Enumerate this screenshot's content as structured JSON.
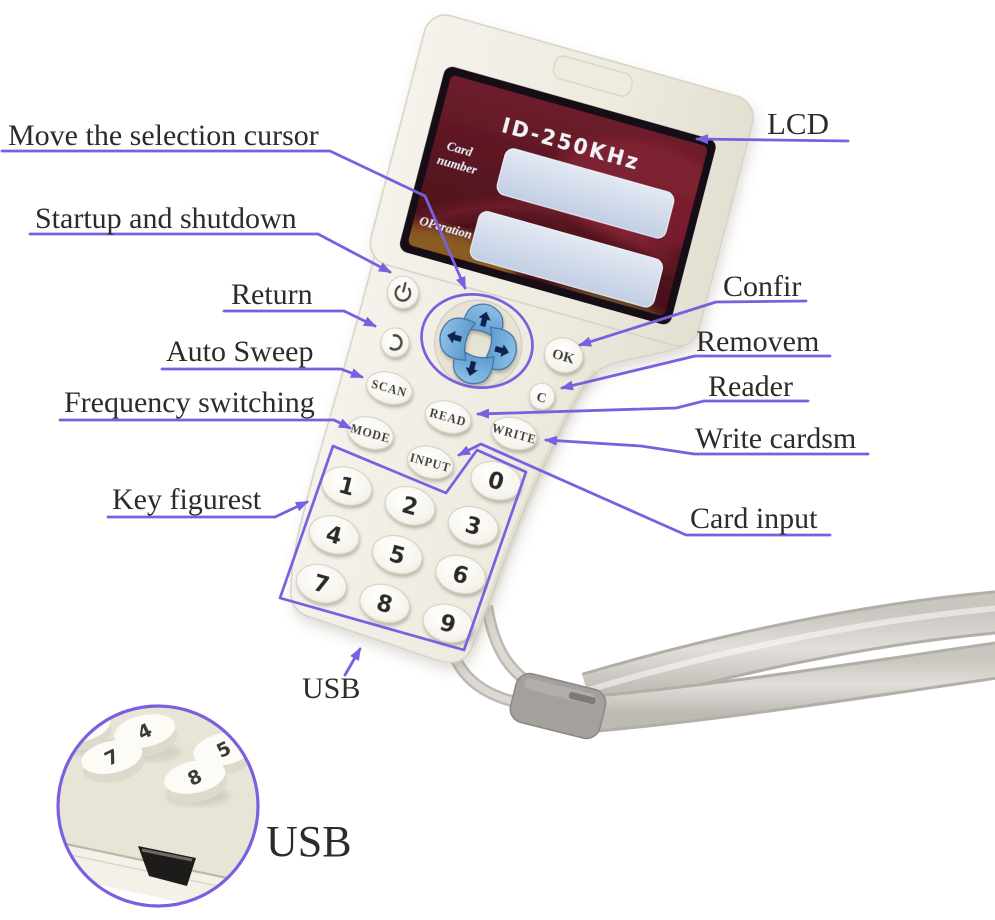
{
  "annotations": {
    "move_cursor": "Move the selection cursor",
    "startup": "Startup and shutdown",
    "return_btn": "Return",
    "auto_sweep": "Auto Sweep",
    "frequency": "Frequency switching",
    "key_figures": "Key figurest",
    "usb": "USB",
    "lcd": "LCD",
    "confirm": "Confir",
    "remove": "Removem",
    "reader": "Reader",
    "write_cards": "Write cardsm",
    "card_input": "Card input",
    "usb_inset": "USB"
  },
  "device": {
    "screen": {
      "title": "ID-250KHz",
      "card_label_line1": "Card",
      "card_label_line2": "number",
      "operation_label": "OPeration"
    },
    "buttons": {
      "ok": "OK",
      "clear": "C",
      "scan": "SCAN",
      "read": "READ",
      "mode": "MODE",
      "write": "WRITE",
      "input": "INPUT"
    },
    "keypad": [
      "1",
      "2",
      "3",
      "4",
      "5",
      "6",
      "7",
      "8",
      "9",
      "0"
    ]
  },
  "colors": {
    "annotation_purple": "#7a5fe0",
    "label_text": "#2e2b29",
    "lcd_maroon": "#5a1620",
    "dpad_blue": "#6fa9da",
    "body_ivory": "#efece2"
  }
}
